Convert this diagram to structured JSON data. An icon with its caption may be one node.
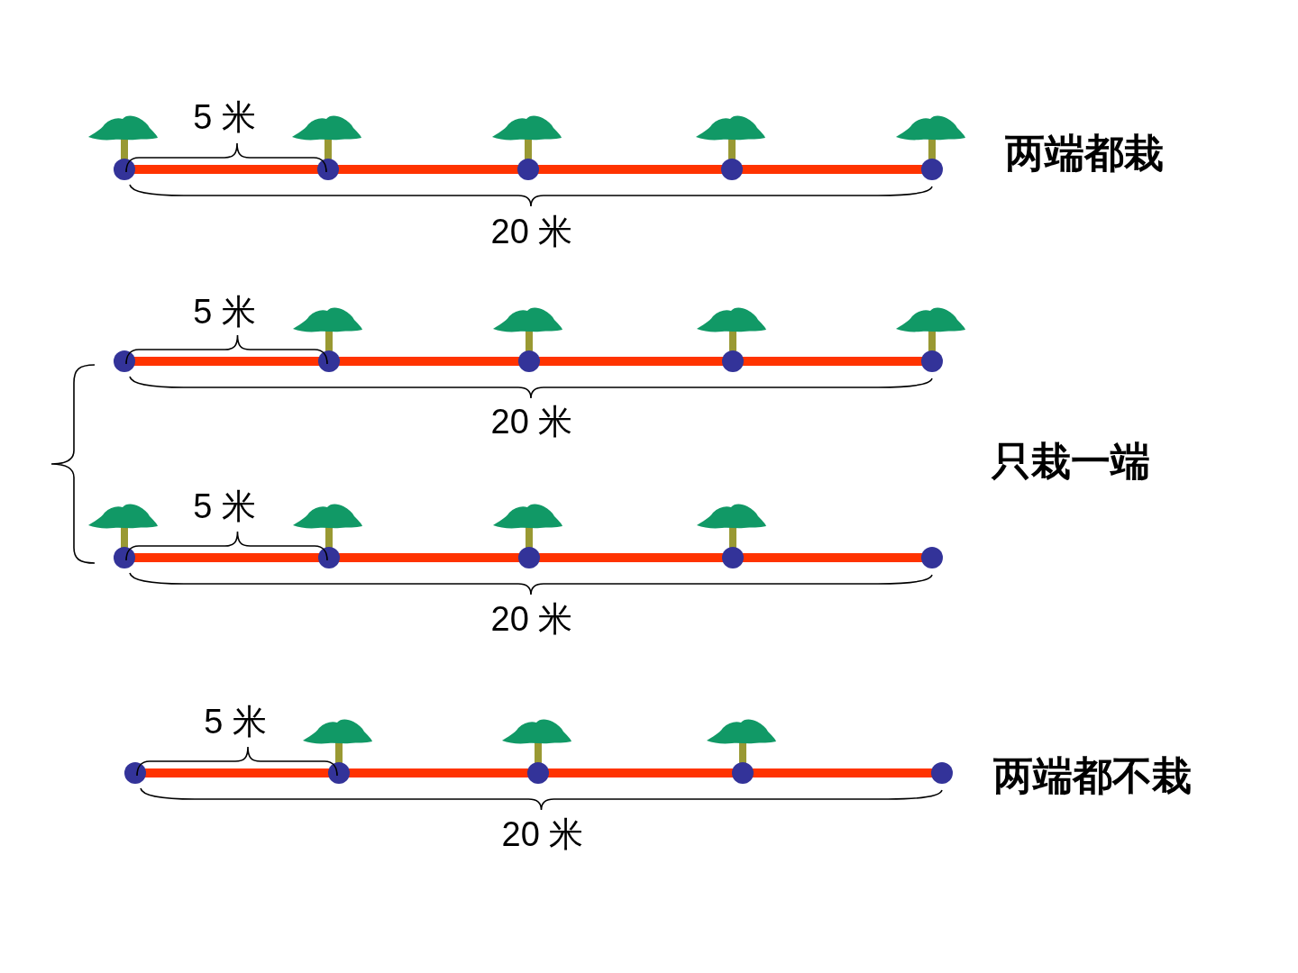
{
  "diagram": {
    "labels": [
      "5 米",
      "两端都栽",
      "20 米",
      "5 米",
      "20 米",
      "只栽一端",
      "5 米",
      "20 米",
      "5 米",
      "两端都不栽",
      "20 米"
    ]
  }
}
